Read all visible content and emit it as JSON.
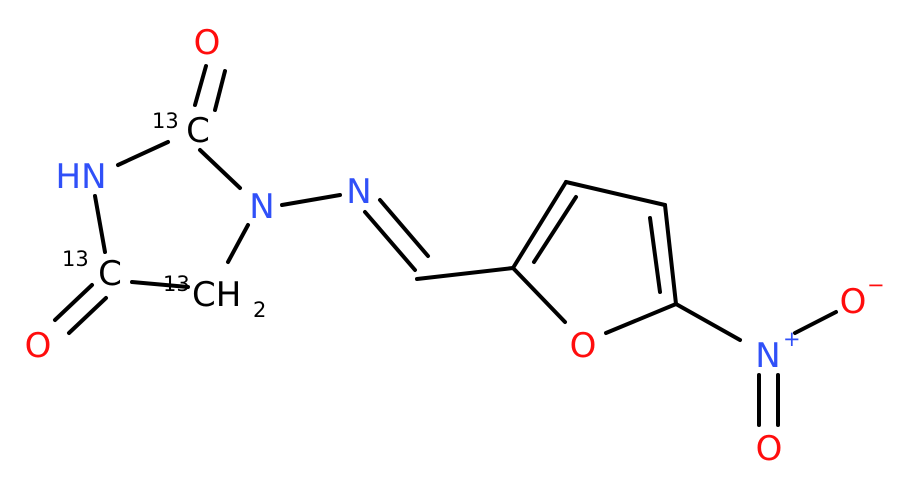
{
  "colors": {
    "carbon": "#000000",
    "nitrogen": "#3050F8",
    "oxygen": "#FF0D0D",
    "background": "#FFFFFF"
  },
  "atoms": {
    "o_top": "O",
    "c2": "C",
    "c2_isotope": "13",
    "nh": "HN",
    "n1": "N",
    "n_imine": "N",
    "c4": "C",
    "c4_isotope": "13",
    "c5": "CH",
    "c5_isotope": "13",
    "c5_sub": "2",
    "o_left": "O",
    "o_furan": "O",
    "n_nitro": "N",
    "n_nitro_charge": "+",
    "o_nitro_right": "O",
    "o_nitro_right_charge": "−",
    "o_nitro_bottom": "O"
  }
}
